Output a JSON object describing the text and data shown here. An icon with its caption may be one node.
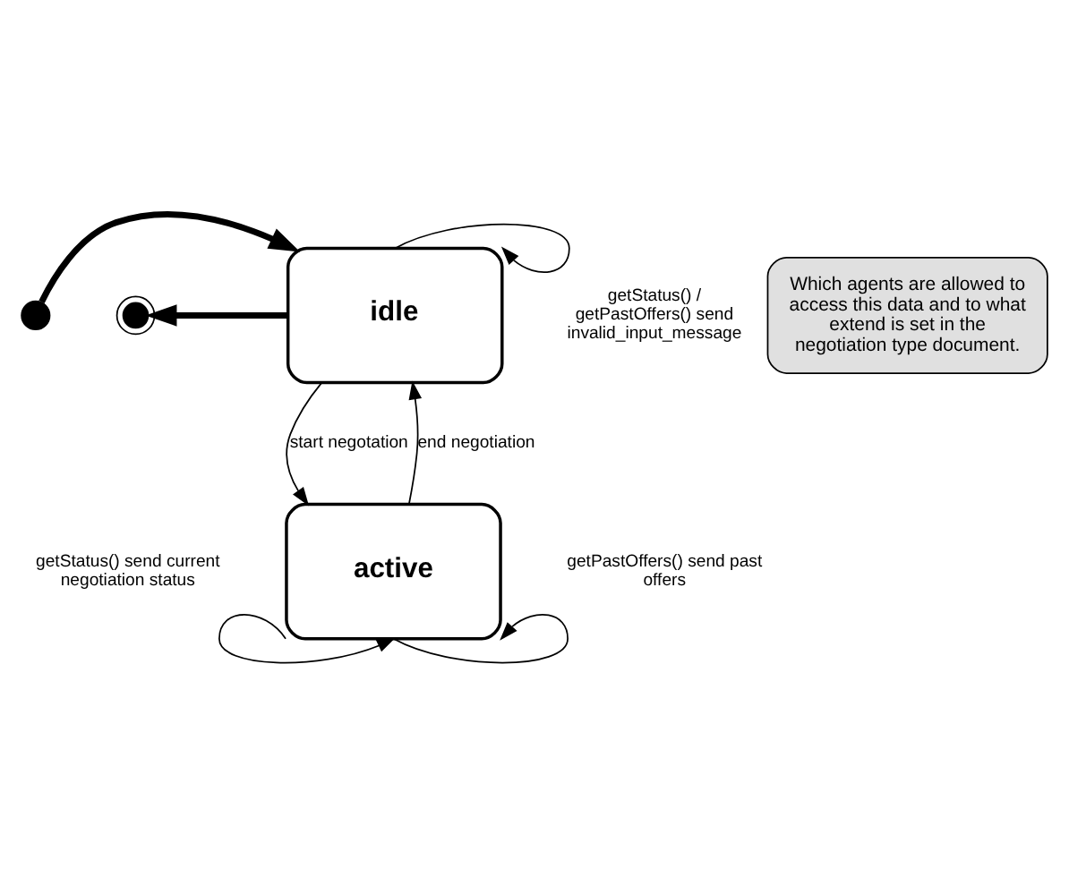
{
  "diagram": {
    "nodes": [
      {
        "text": [
          "idle"
        ]
      },
      {
        "text": [
          "active"
        ]
      },
      {
        "text": [],
        "shape": "circle"
      },
      {
        "text": [],
        "shape": "bullseye"
      },
      {
        "text": [
          "Which agents are allowed to access this data and to what extend is set in the negotiation type document."
        ]
      }
    ],
    "edges": [
      {
        "from": 0,
        "to": 0,
        "arrow": "to",
        "label": "getStatus() / getPastOffers() send invalid_input_message"
      },
      {
        "from": 2,
        "to": 0,
        "arrow": "to",
        "style": "thick"
      },
      {
        "from": 0,
        "to": 3,
        "arrow": "to",
        "style": "thick"
      },
      {
        "from": 0,
        "to": 1,
        "arrow": "to",
        "label": "start negotation"
      },
      {
        "from": 1,
        "to": 0,
        "arrow": "to",
        "label": "end negotiation"
      },
      {
        "from": 1,
        "to": 1,
        "arrow": "to",
        "label": "getStatus() send current negotiation status"
      },
      {
        "from": 1,
        "to": 1,
        "arrow": "to",
        "label": "getPastOffers() send past offers"
      }
    ]
  }
}
